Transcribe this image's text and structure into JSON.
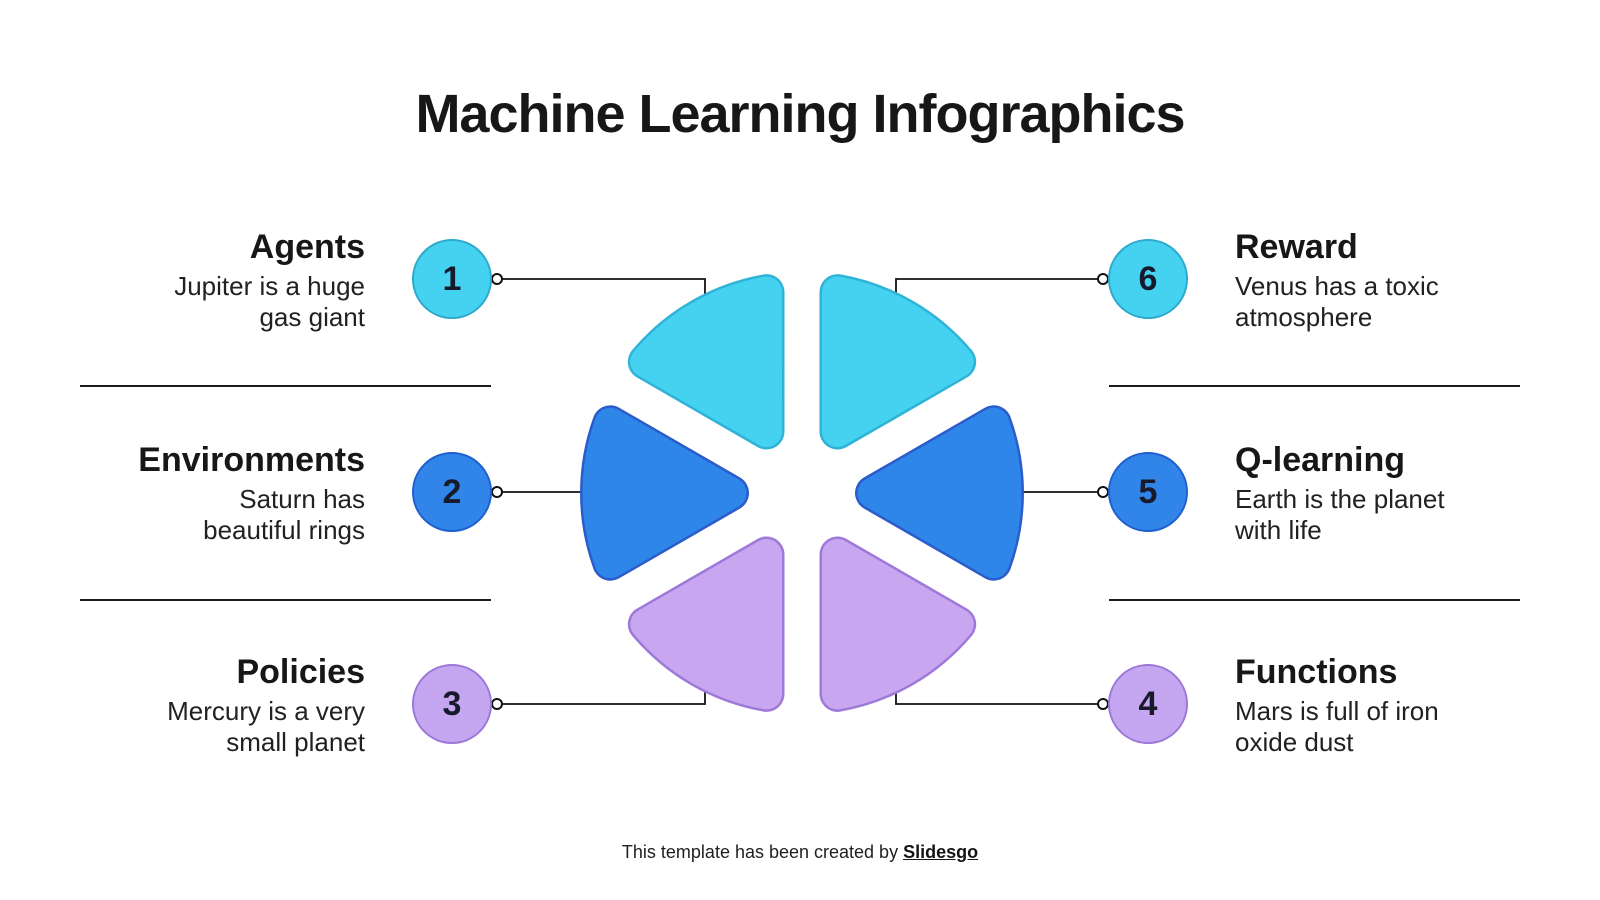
{
  "title": "Machine Learning Infographics",
  "footer": {
    "prefix": "This template has been created by ",
    "brand": "Slidesgo"
  },
  "colors": {
    "cyan_fill": "#45d2f1",
    "cyan_border": "#2fb3d6",
    "blue_fill": "#2f86e9",
    "blue_border": "#2b5ccb",
    "purple_fill": "#c8a7f0",
    "purple_border": "#9e79da",
    "connector_line": "#121212",
    "text_dark": "#171717"
  },
  "items": [
    {
      "number": "1",
      "heading": "Agents",
      "body_lines": [
        "Jupiter is a huge",
        "gas giant"
      ]
    },
    {
      "number": "2",
      "heading": "Environments",
      "body_lines": [
        "Saturn has",
        "beautiful rings"
      ]
    },
    {
      "number": "3",
      "heading": "Policies",
      "body_lines": [
        "Mercury is a very",
        "small planet"
      ]
    },
    {
      "number": "4",
      "heading": "Functions",
      "body_lines": [
        "Mars is full of iron",
        "oxide dust"
      ]
    },
    {
      "number": "5",
      "heading": "Q-learning",
      "body_lines": [
        "Earth is the planet",
        "with life"
      ]
    },
    {
      "number": "6",
      "heading": "Reward",
      "body_lines": [
        "Venus has a toxic",
        "atmosphere"
      ]
    }
  ]
}
